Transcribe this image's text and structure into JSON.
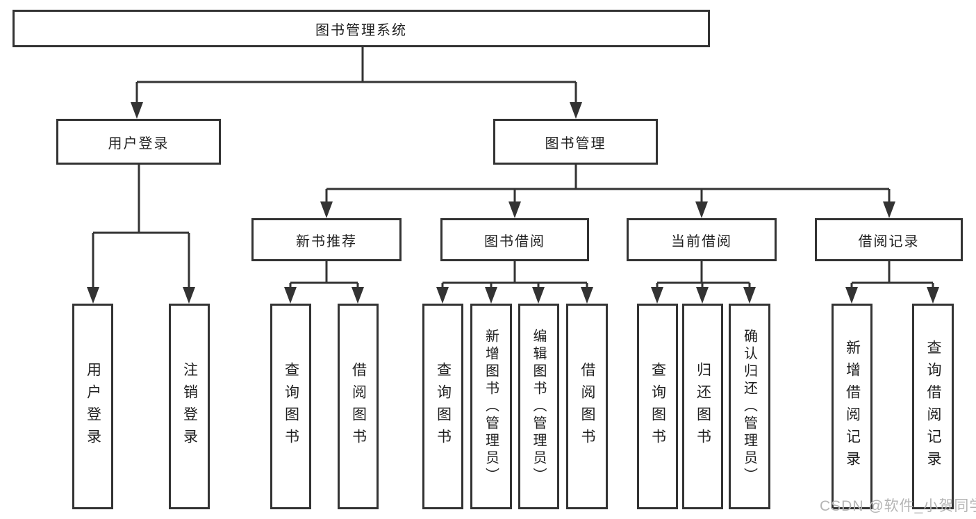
{
  "tree": {
    "label": "图书管理系统",
    "children": [
      {
        "label": "用户登录",
        "children": [
          {
            "label": "用户登录"
          },
          {
            "label": "注销登录"
          }
        ]
      },
      {
        "label": "图书管理",
        "children": [
          {
            "label": "新书推荐",
            "children": [
              {
                "label": "查询图书"
              },
              {
                "label": "借阅图书"
              }
            ]
          },
          {
            "label": "图书借阅",
            "children": [
              {
                "label": "查询图书"
              },
              {
                "label": "新增图书（管理员）"
              },
              {
                "label": "编辑图书（管理员）"
              },
              {
                "label": "借阅图书"
              }
            ]
          },
          {
            "label": "当前借阅",
            "children": [
              {
                "label": "查询图书"
              },
              {
                "label": "归还图书"
              },
              {
                "label": "确认归还（管理员）"
              }
            ]
          },
          {
            "label": "借阅记录",
            "children": [
              {
                "label": "新增借阅记录"
              },
              {
                "label": "查询借阅记录"
              }
            ]
          }
        ]
      }
    ]
  },
  "watermark": {
    "text": "CSDN @软件_小贺同学"
  },
  "colors": {
    "line": "#333333",
    "box_border": "#333333",
    "text": "#1f1f1f",
    "background": "#ffffff",
    "watermark": "#b5b5b5"
  }
}
